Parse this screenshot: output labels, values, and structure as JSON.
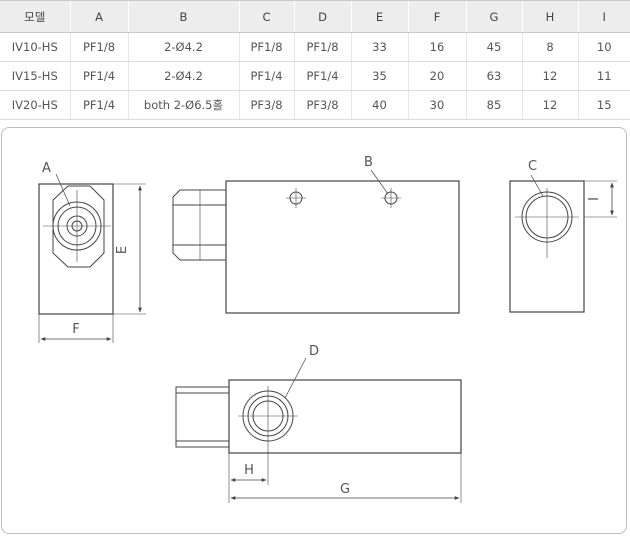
{
  "table": {
    "headers": [
      "모델",
      "A",
      "B",
      "C",
      "D",
      "E",
      "F",
      "G",
      "H",
      "I"
    ],
    "rows": [
      [
        "IV10-HS",
        "PF1/8",
        "2-Ø4.2",
        "PF1/8",
        "PF1/8",
        "33",
        "16",
        "45",
        "8",
        "10"
      ],
      [
        "IV15-HS",
        "PF1/4",
        "2-Ø4.2",
        "PF1/4",
        "PF1/4",
        "35",
        "20",
        "63",
        "12",
        "11"
      ],
      [
        "IV20-HS",
        "PF1/4",
        "both 2-Ø6.5홀",
        "PF3/8",
        "PF3/8",
        "40",
        "30",
        "85",
        "12",
        "15"
      ]
    ]
  },
  "drawing": {
    "labels": {
      "A": "A",
      "B": "B",
      "C": "C",
      "D": "D",
      "E": "E",
      "F": "F",
      "G": "G",
      "H": "H",
      "I": "I"
    }
  }
}
